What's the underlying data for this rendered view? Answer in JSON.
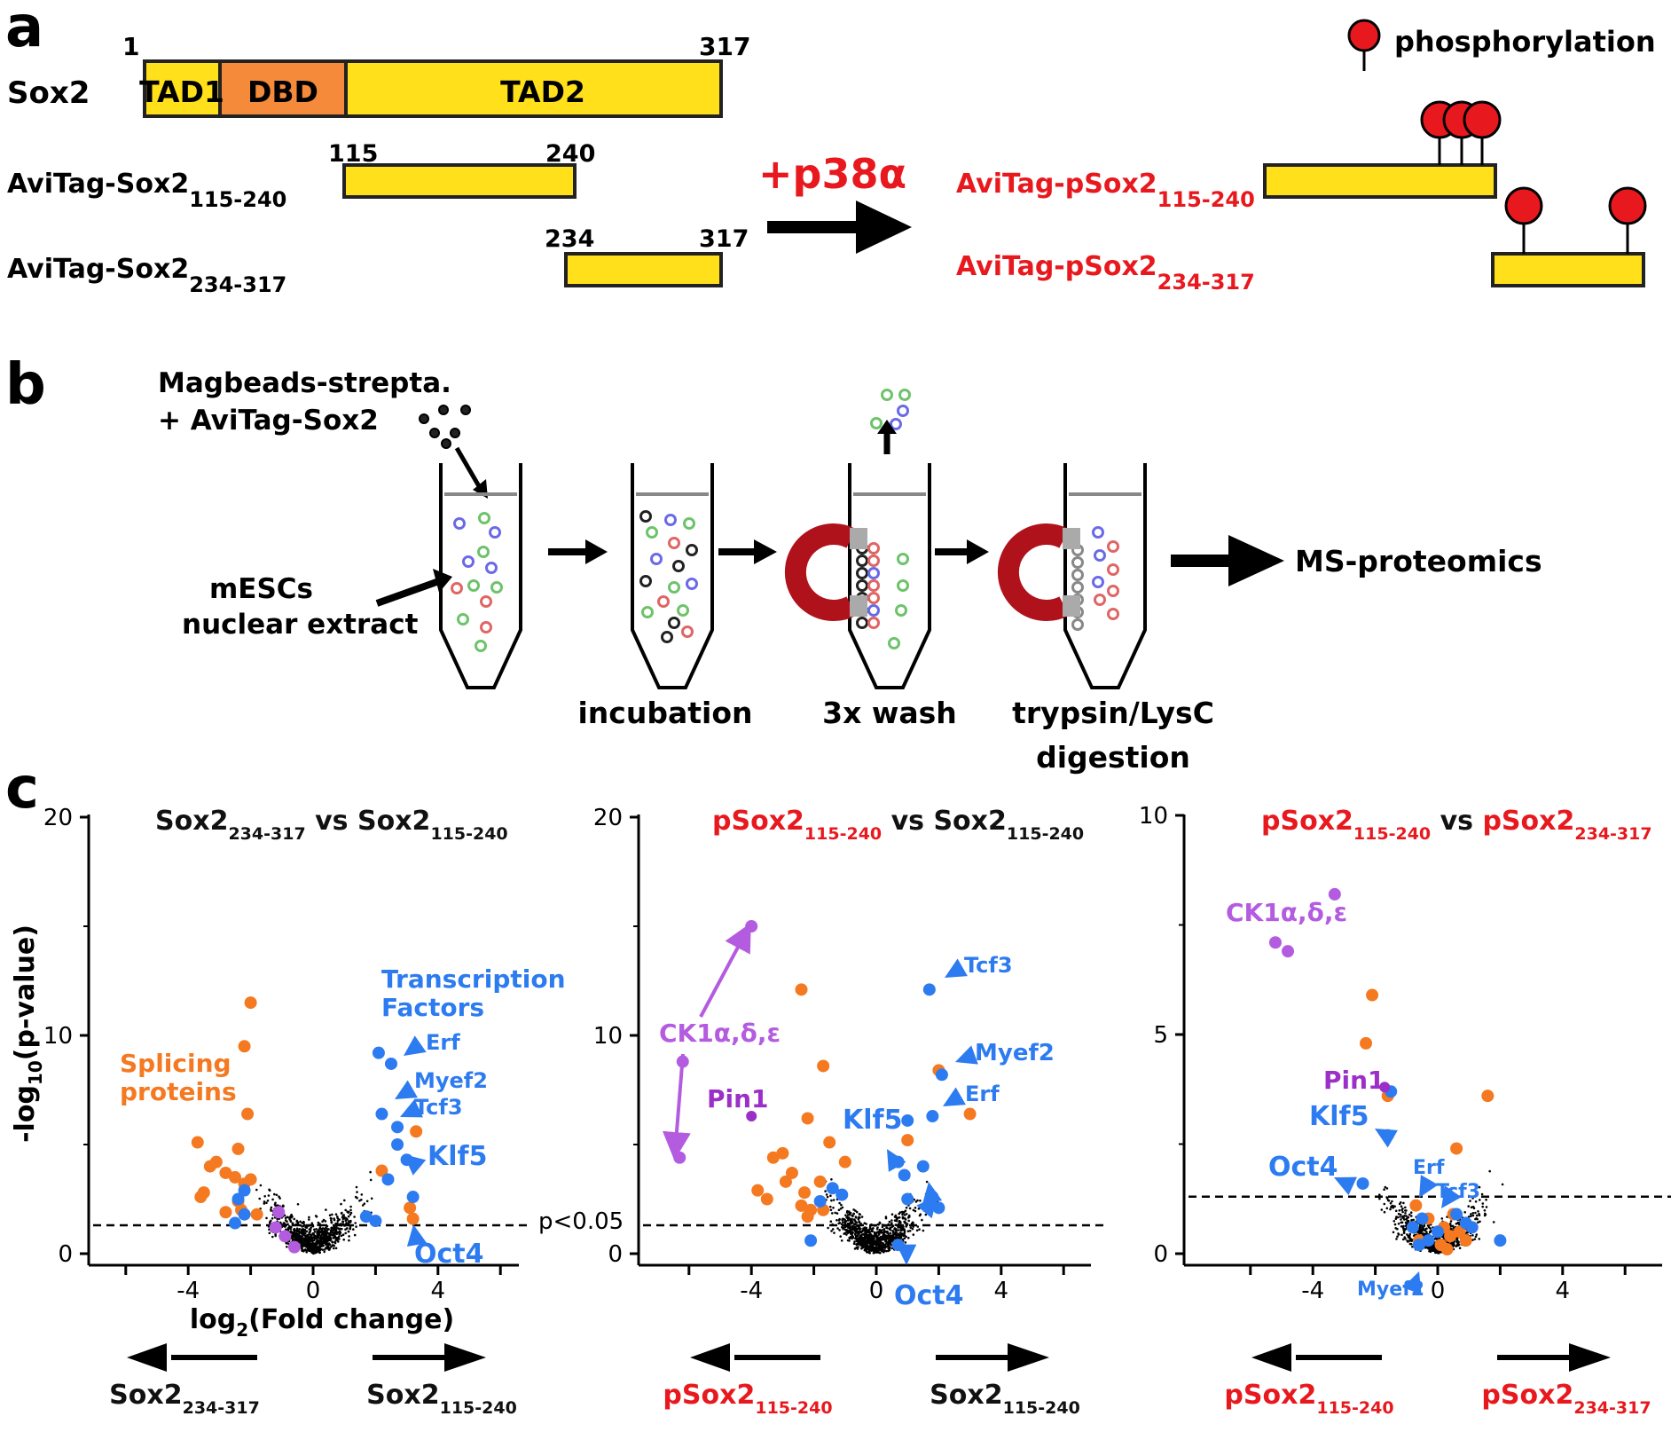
{
  "colors": {
    "tad1": "#FFE01A",
    "dbd": "#F58A3A",
    "tad2": "#FFE01A",
    "frag": "#FFE01A",
    "red": "#E8191E",
    "blue": "#2D7BF0",
    "orange": "#F47920",
    "purple": "#9B2FC8",
    "lilac": "#B45CE0",
    "black": "#111111",
    "magnet": "#B0121C",
    "grey": "#777777"
  },
  "panel_labels": {
    "a": "a",
    "b": "b",
    "c": "c"
  },
  "panel_a": {
    "sox2_label": "Sox2",
    "pos_start": "1",
    "pos_end": "317",
    "domains": {
      "tad1": "TAD1",
      "dbd": "DBD",
      "tad2": "TAD2"
    },
    "frag1": {
      "name": "AviTag-Sox2",
      "sub": "115-240",
      "start": "115",
      "end": "240"
    },
    "frag2": {
      "name": "AviTag-Sox2",
      "sub": "234-317",
      "start": "234",
      "end": "317"
    },
    "kinase": "+p38α",
    "pfrag1": {
      "name": "AviTag-pSox2",
      "sub": "115-240"
    },
    "pfrag2": {
      "name": "AviTag-pSox2",
      "sub": "234-317"
    },
    "legend": "phosphorylation"
  },
  "panel_b": {
    "beads_line1": "Magbeads-strepta.",
    "beads_line2": "+ AviTag-Sox2",
    "extract_line1": "mESCs",
    "extract_line2": "nuclear extract",
    "step_incubation": "incubation",
    "step_wash": "3x wash",
    "step_digest_line1": "trypsin/LysC",
    "step_digest_line2": "digestion",
    "final": "MS-proteomics"
  },
  "panel_c": {
    "shared": {
      "xlabel_main": "log",
      "xlabel_sub": "2",
      "xlabel_tail": "(Fold change)",
      "ylabel_main": "-log",
      "ylabel_sub": "10",
      "ylabel_tail": "(p-value)",
      "threshold_label": "p<0.05",
      "group_splicing_line1": "Splicing",
      "group_splicing_line2": "proteins",
      "group_tf_line1": "Transcription",
      "group_tf_line2": "Factors"
    },
    "plots": [
      {
        "title": [
          [
            "Sox2",
            "234-317",
            "black"
          ],
          [
            " vs ",
            "",
            "black"
          ],
          [
            "Sox2",
            "115-240",
            "black"
          ]
        ],
        "xticks": [
          "-4",
          "0",
          "4"
        ],
        "yticks": [
          "0",
          "10",
          "20"
        ],
        "left_arrow": [
          "Sox2",
          "234-317",
          "black"
        ],
        "right_arrow": [
          "Sox2",
          "115-240",
          "black"
        ],
        "labels": {
          "erf": "Erf",
          "myef2": "Myef2",
          "tcf3": "Tcf3",
          "klf5": "Klf5",
          "oct4": "Oct4"
        }
      },
      {
        "title": [
          [
            "pSox2",
            "115-240",
            "red"
          ],
          [
            " vs ",
            "",
            "black"
          ],
          [
            "Sox2",
            "115-240",
            "black"
          ]
        ],
        "xticks": [
          "-4",
          "0",
          "4"
        ],
        "yticks": [
          "0",
          "10",
          "20"
        ],
        "left_arrow": [
          "pSox2",
          "115-240",
          "red"
        ],
        "right_arrow": [
          "Sox2",
          "115-240",
          "black"
        ],
        "labels": {
          "ck1": "CK1α,δ,ε",
          "pin1": "Pin1",
          "tcf3": "Tcf3",
          "myef2": "Myef2",
          "erf": "Erf",
          "klf5": "Klf5",
          "oct4": "Oct4"
        }
      },
      {
        "title": [
          [
            "pSox2",
            "115-240",
            "red"
          ],
          [
            " vs ",
            "",
            "black"
          ],
          [
            "pSox2",
            "234-317",
            "red"
          ]
        ],
        "xticks": [
          "-4",
          "0",
          "4"
        ],
        "yticks": [
          "0",
          "5",
          "10"
        ],
        "left_arrow": [
          "pSox2",
          "115-240",
          "red"
        ],
        "right_arrow": [
          "pSox2",
          "234-317",
          "red"
        ],
        "labels": {
          "ck1": "CK1α,δ,ε",
          "pin1": "Pin1",
          "klf5": "Klf5",
          "oct4": "Oct4",
          "erf": "Erf",
          "tcf3": "Tcf3",
          "myef2": "Myef2"
        }
      }
    ]
  }
}
